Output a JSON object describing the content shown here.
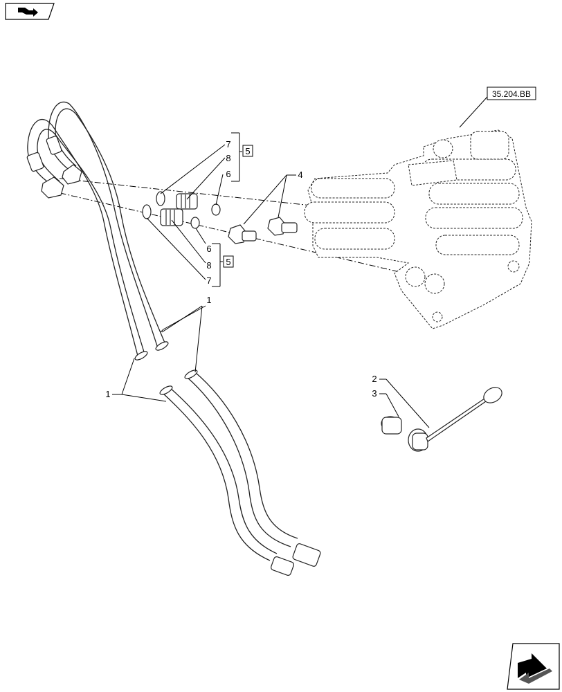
{
  "reference_label": "35.204.BB",
  "callouts": {
    "part_1": "1",
    "part_2": "2",
    "part_3": "3",
    "part_4": "4",
    "part_5": "5",
    "part_6": "6",
    "part_7": "7",
    "part_8": "8"
  },
  "icons": {
    "top_left": "book-arrow-icon",
    "bottom_right": "next-page-arrow-icon"
  }
}
